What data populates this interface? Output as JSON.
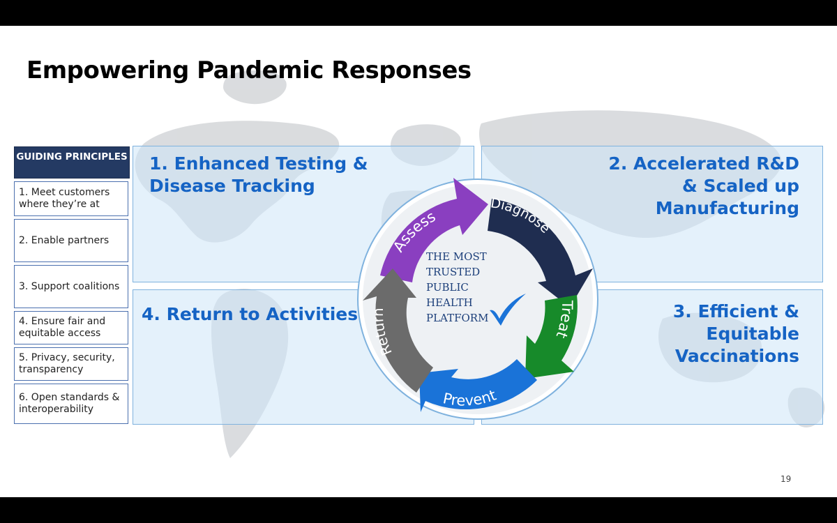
{
  "slide": {
    "title": "Empowering Pandemic Responses",
    "page_number": "19"
  },
  "guiding_principles": {
    "header": "GUIDING PRINCIPLES",
    "items": [
      "1. Meet customers where they’re at",
      "2. Enable partners",
      "3. Support coalitions",
      "4. Ensure fair and equitable access",
      "5. Privacy, security, transparency",
      "6. Open standards & interoperability"
    ]
  },
  "quadrants": {
    "q1": "1. Enhanced Testing & Disease Tracking",
    "q2": "2. Accelerated R&D & Scaled up Manufacturing",
    "q3": "3. Efficient & Equitable Vaccinations",
    "q4": "4. Return to Activities"
  },
  "cycle": {
    "steps": [
      "Assess",
      "Diagnose",
      "Treat",
      "Prevent",
      "Return"
    ],
    "center_lines": [
      "THE MOST",
      "TRUSTED",
      "PUBLIC",
      "HEALTH",
      "PLATFORM"
    ]
  },
  "colors": {
    "header_bg": "#243a63",
    "accent_text": "#1563c4",
    "assess": "#8a3fc0",
    "diagnose": "#1f2d50",
    "treat": "#178a2a",
    "prevent": "#1a73d8",
    "return": "#6b6b6b"
  }
}
